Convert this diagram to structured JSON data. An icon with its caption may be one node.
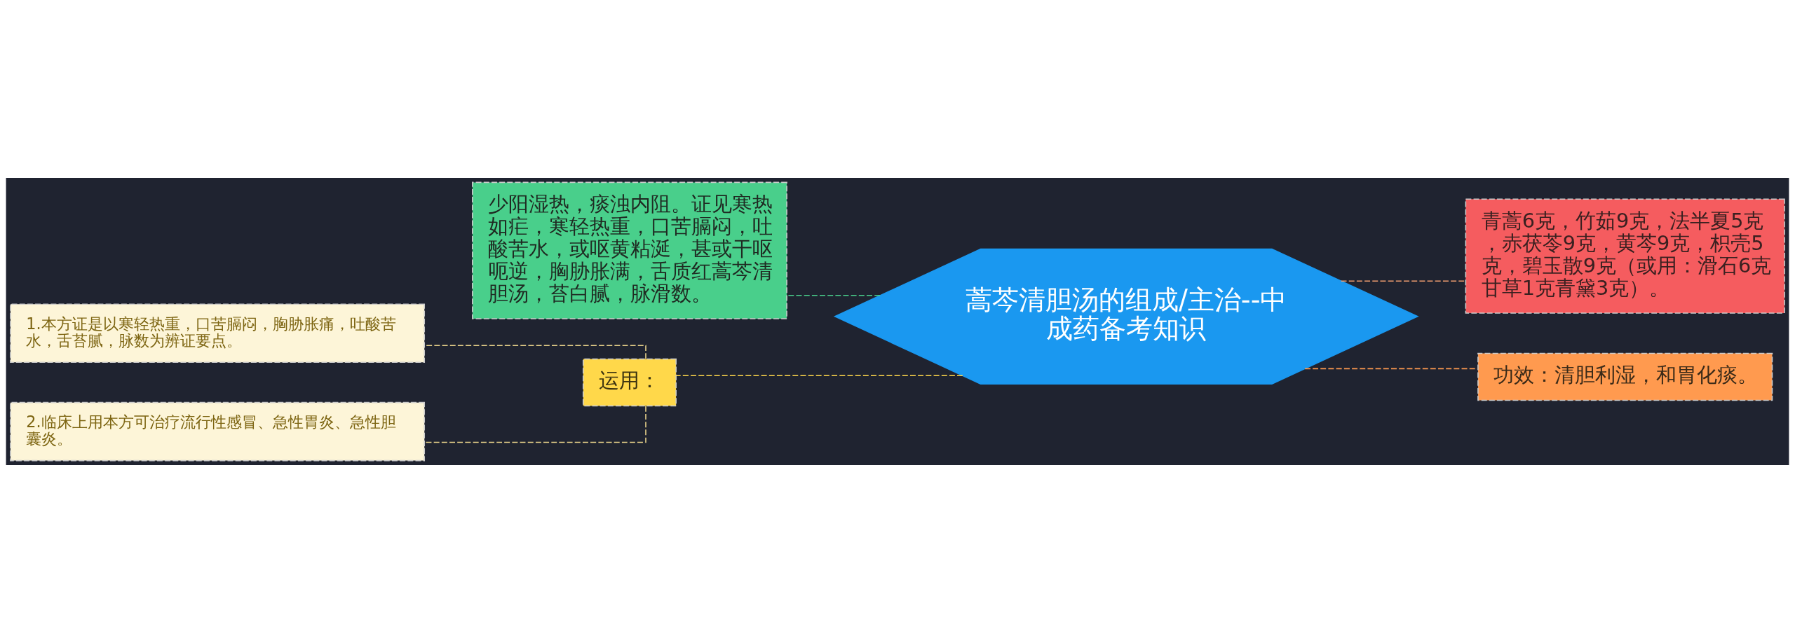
{
  "diagram": {
    "nodes": [
      {
        "text": [
          "蒿芩清胆汤的组成/主治--中成药备考知识"
        ]
      },
      {
        "text": [
          "少阳湿热，痰浊内阻。证见寒热如疟，寒轻热重，口苦膈闷，吐酸苦水，或呕黄粘涎，甚或干呕呃逆，胸胁胀满，舌质红蒿芩清胆汤，苔白腻，脉滑数。"
        ]
      },
      {
        "text": [
          "运用："
        ]
      },
      {
        "text": [
          "1.本方证是以寒轻热重，口苦膈闷，胸胁胀痛，吐酸苦水，舌苔腻，脉数为辨证要点。"
        ]
      },
      {
        "text": [
          "2.临床上用本方可治疗流行性感冒、急性胃炎、急性胆囊炎。"
        ]
      },
      {
        "text": [
          "青蒿6克，竹茹9克，法半夏5克，赤茯苓9克，黄芩9克，枳壳5克，碧玉散9克（或用：滑石6克甘草1克青黛3克）。"
        ]
      },
      {
        "text": [
          "功效：清胆利湿，和胃化痰。"
        ]
      }
    ],
    "edges": [
      {
        "from": 0,
        "to": 1,
        "arrow": "none",
        "style": "dashed",
        "color": "#49cf8b"
      },
      {
        "from": 0,
        "to": 2,
        "arrow": "none",
        "style": "dashed",
        "color": "#ffd84a"
      },
      {
        "from": 2,
        "to": 3,
        "arrow": "none",
        "style": "dashed",
        "color": "#e8d28a"
      },
      {
        "from": 2,
        "to": 4,
        "arrow": "none",
        "style": "dashed",
        "color": "#e8d28a"
      },
      {
        "from": 0,
        "to": 5,
        "arrow": "none",
        "style": "dashed",
        "color": "#f5a070"
      },
      {
        "from": 0,
        "to": 6,
        "arrow": "none",
        "style": "dashed",
        "color": "#ff9a4f"
      }
    ]
  }
}
